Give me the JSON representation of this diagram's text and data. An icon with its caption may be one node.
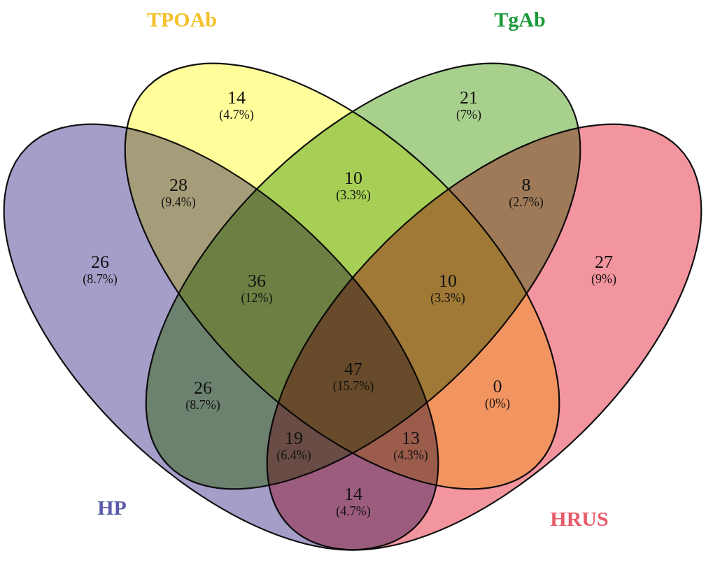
{
  "diagram": {
    "nodes": [
      {
        "text": [
          "TPOAb"
        ]
      },
      {
        "text": [
          "TgAb"
        ]
      },
      {
        "text": [
          "HP"
        ]
      },
      {
        "text": [
          "HRUS"
        ]
      }
    ],
    "labels": [
      "14",
      "(4.7%)",
      "21",
      "(7%)",
      "10",
      "(3.3%)",
      "28",
      "(9.4%)",
      "8",
      "(2.7%)",
      "26",
      "(8.7%)",
      "27",
      "(9%)",
      "36",
      "(12%)",
      "10",
      "(3.3%)",
      "47",
      "(15.7%)",
      "26",
      "(8.7%)",
      "0",
      "(0%)",
      "19",
      "(6.4%)",
      "13",
      "(4.3%)",
      "14",
      "(4.7%)"
    ]
  }
}
